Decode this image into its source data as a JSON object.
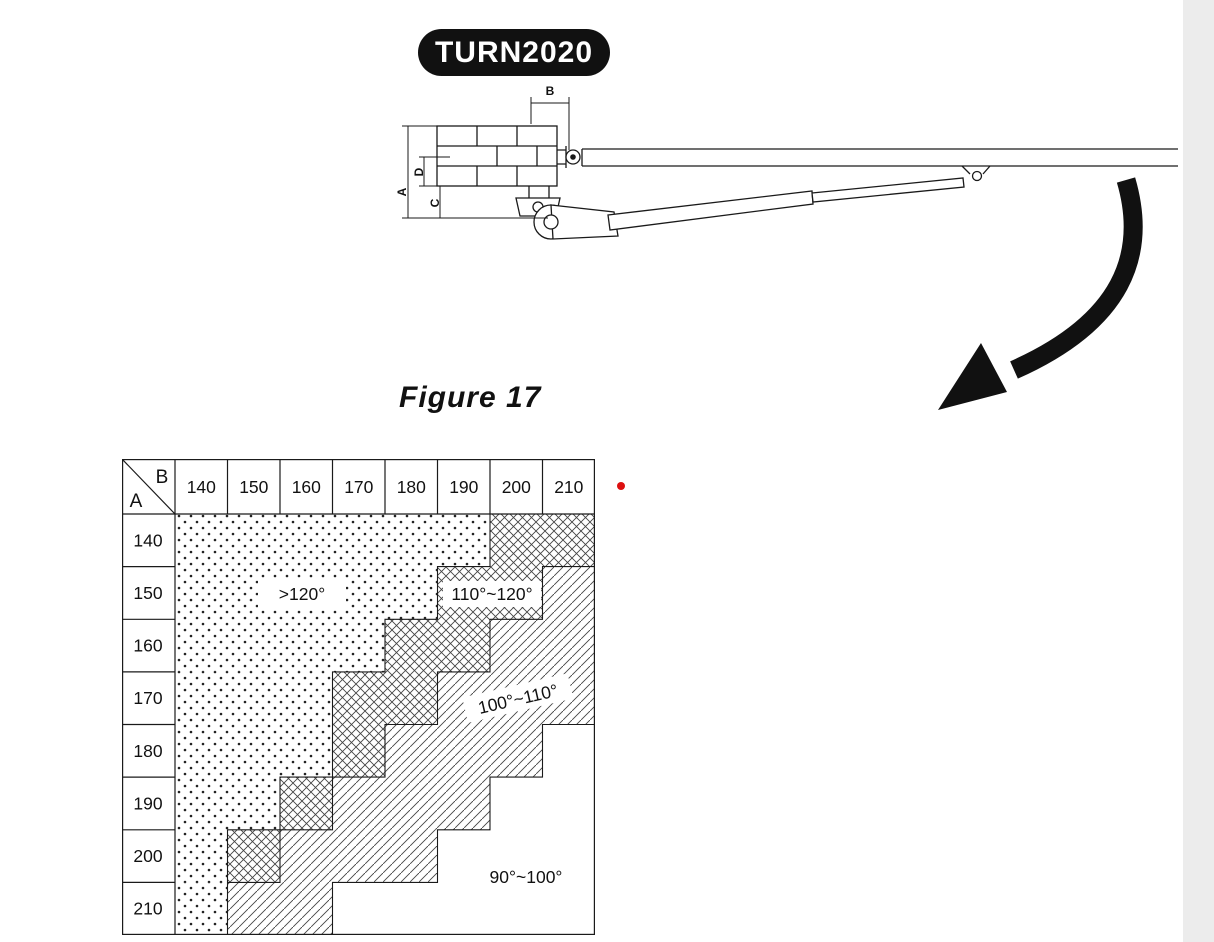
{
  "badge": {
    "label": "TURN2020"
  },
  "figure": {
    "caption": "Figure 17"
  },
  "drawing": {
    "dims": {
      "a": "A",
      "b": "B",
      "c": "C",
      "d": "D"
    }
  },
  "angle_table": {
    "corner": {
      "top": "B",
      "bottom": "A"
    },
    "col_headers": [
      "140",
      "150",
      "160",
      "170",
      "180",
      "190",
      "200",
      "210"
    ],
    "row_headers": [
      "140",
      "150",
      "160",
      "170",
      "180",
      "190",
      "200",
      "210"
    ],
    "regions": {
      "gt120": {
        "label": ">120°",
        "pattern": "dots"
      },
      "r110_120": {
        "label": "110°~120°",
        "pattern": "crosshatch"
      },
      "r100_110": {
        "label": "100°~110°",
        "pattern": "diagonal"
      },
      "r90_100": {
        "label": "90°~100°",
        "pattern": "plain"
      }
    }
  },
  "colors": {
    "badge_bg": "#111111",
    "badge_fg": "#ffffff",
    "line": "#1a1a1a",
    "red_dot": "#dd1010",
    "page_edge": "#ececec"
  }
}
